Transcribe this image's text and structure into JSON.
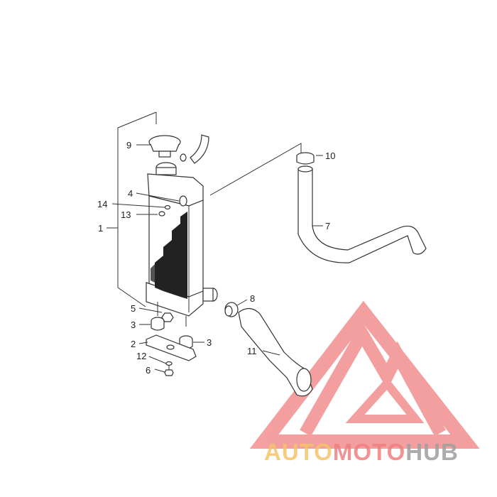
{
  "callouts": {
    "c1": "1",
    "c2": "2",
    "c3a": "3",
    "c3b": "3",
    "c4": "4",
    "c5": "5",
    "c6": "6",
    "c7": "7",
    "c8": "8",
    "c9": "9",
    "c10": "10",
    "c11": "11",
    "c12": "12",
    "c13": "13",
    "c14": "14"
  },
  "watermark": {
    "part1": "AUTO",
    "part2": "MOTO",
    "part3": "HUB"
  },
  "colors": {
    "line": "#333333",
    "watermark_pink": "#f08080",
    "watermark_orange": "#f5c46a",
    "watermark_grey": "#9e9e9e"
  }
}
